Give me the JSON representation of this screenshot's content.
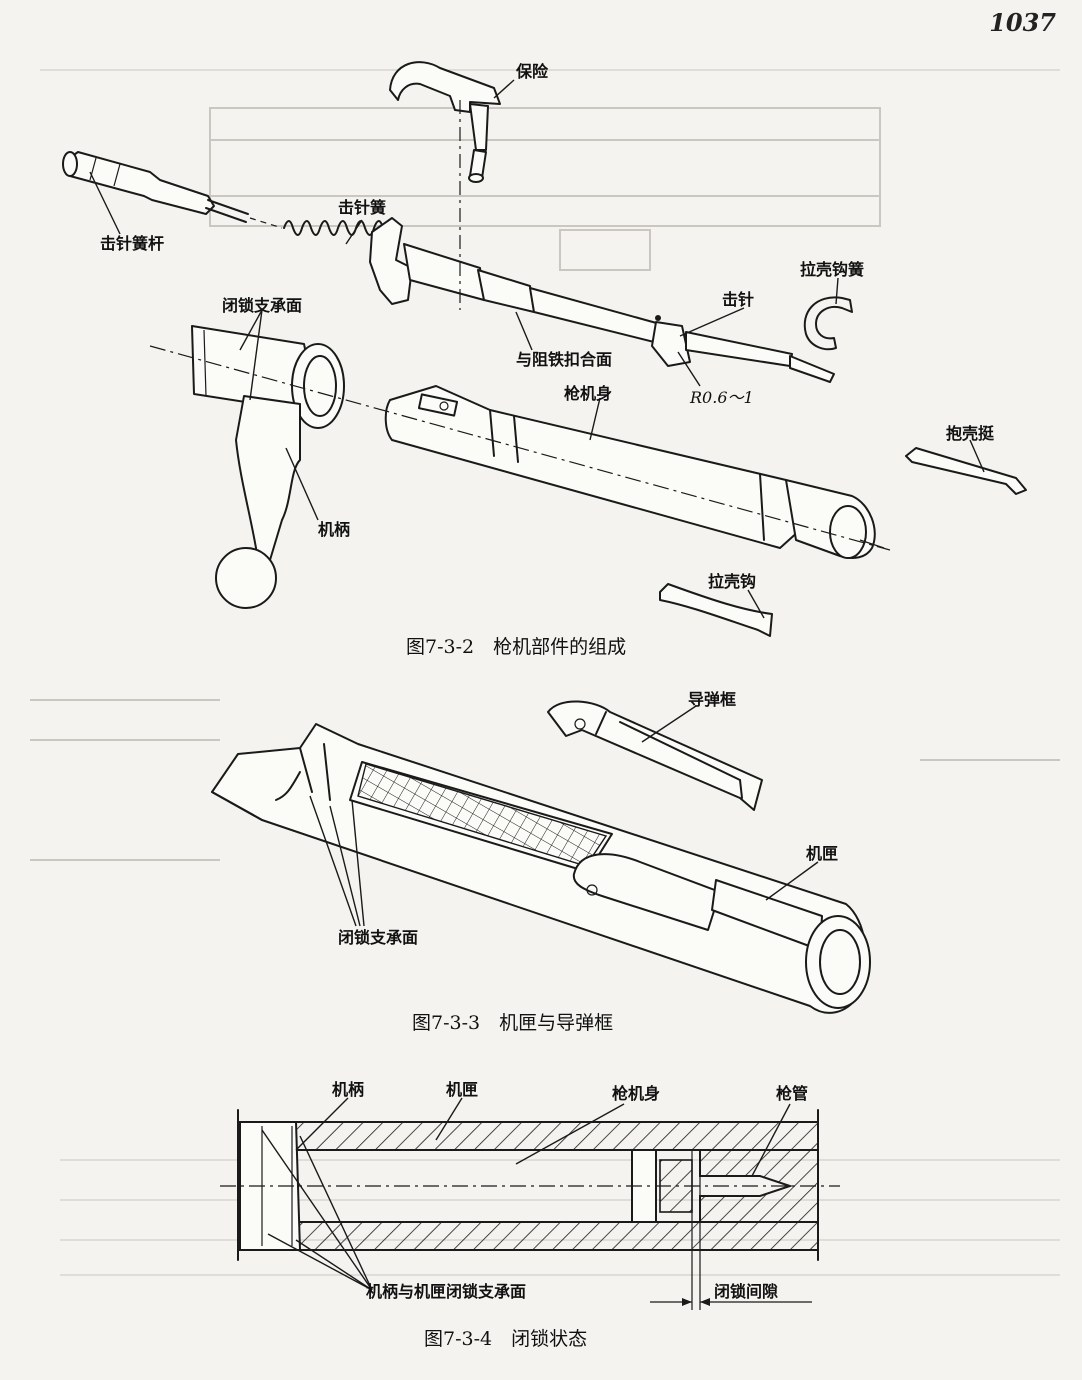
{
  "page_number": "1037",
  "figures": [
    {
      "caption": "图7-3-2　枪机部件的组成",
      "labels": {
        "safety": "保险",
        "striker_spring_rod": "击针簧杆",
        "striker_spring": "击针簧",
        "locking_support_surface": "闭锁支承面",
        "extractor_spring": "拉壳钩簧",
        "firing_pin": "击针",
        "sear_engagement_surface": "与阻铁扣合面",
        "radius": "R0.6～1",
        "bolt_body": "枪机身",
        "ejector": "抱壳挺",
        "bolt_handle": "机柄",
        "extractor": "拉壳钩"
      }
    },
    {
      "caption": "图7-3-3　机匣与导弹框",
      "labels": {
        "guide_frame": "导弹框",
        "receiver": "机匣",
        "locking_support_surface": "闭锁支承面"
      }
    },
    {
      "caption": "图7-3-4　闭锁状态",
      "labels": {
        "bolt_handle": "机柄",
        "receiver": "机匣",
        "bolt_body": "枪机身",
        "barrel": "枪管",
        "handle_receiver_surface": "机柄与机匣闭锁支承面",
        "headspace": "闭锁间隙"
      }
    }
  ]
}
